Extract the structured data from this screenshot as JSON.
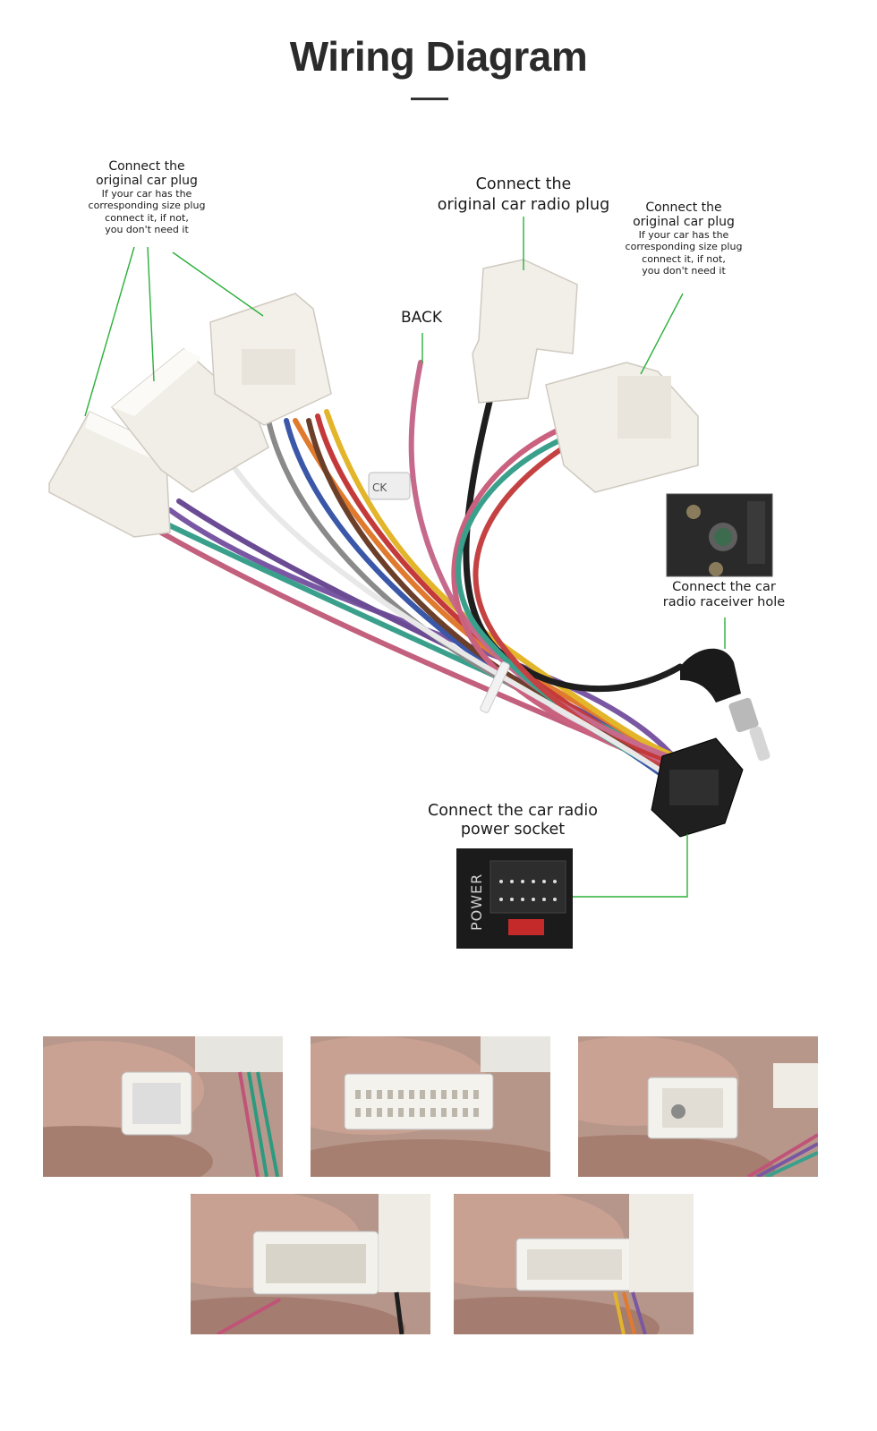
{
  "title": "Wiring Diagram",
  "labels": {
    "left_plug": {
      "main": [
        "Connect the",
        "original car plug"
      ],
      "sub": [
        "If your car has the",
        "corresponding size plug",
        "connect it, if not,",
        "you don't need it"
      ]
    },
    "radio_plug": [
      "Connect the",
      "original car radio plug"
    ],
    "right_plug": {
      "main": [
        "Connect the",
        "original car plug"
      ],
      "sub": [
        "If your car has the",
        "corresponding size plug",
        "connect it, if not,",
        "you don't need it"
      ]
    },
    "back": "BACK",
    "receiver": [
      "Connect the  car",
      "radio raceiver hole"
    ],
    "power": [
      "Connect the car radio",
      "power socket"
    ]
  },
  "insets": {
    "power_text": "POWER",
    "back_tag": "CK"
  },
  "colors": {
    "leader": "#2bb03a",
    "connector": "#f1eee7",
    "harness_black": "#1e1e1e"
  }
}
